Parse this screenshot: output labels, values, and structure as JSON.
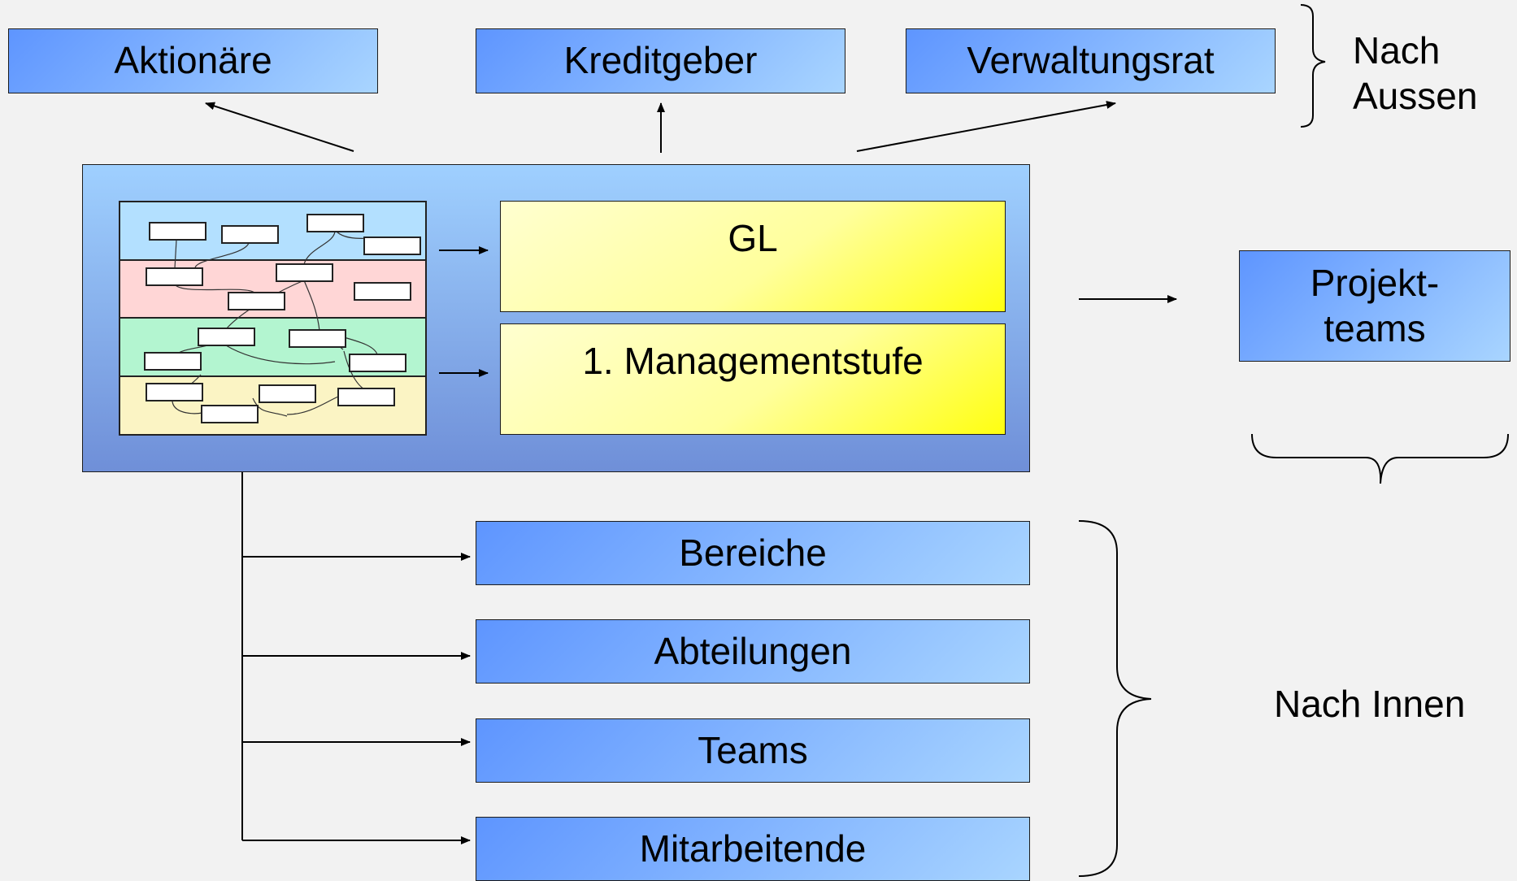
{
  "outer": {
    "shareholders": "Aktionäre",
    "creditors": "Kreditgeber",
    "board": "Verwaltungsrat",
    "label_line1": "Nach",
    "label_line2": "Aussen"
  },
  "management": {
    "gl": "GL",
    "level1": "1. Managementstufe"
  },
  "project": {
    "line1": "Projekt-",
    "line2": "teams"
  },
  "inner": {
    "items": [
      "Bereiche",
      "Abteilungen",
      "Teams",
      "Mitarbeitende"
    ],
    "label": "Nach Innen"
  },
  "colors": {
    "box_blue": "#5e95ff",
    "box_light_blue": "#a9d5ff",
    "band_blue": "#b3e0ff",
    "band_pink": "#ffd6d6",
    "band_green": "#b3f5d0",
    "band_yellow": "#fbf4c4",
    "yellow": "#ffff10"
  }
}
